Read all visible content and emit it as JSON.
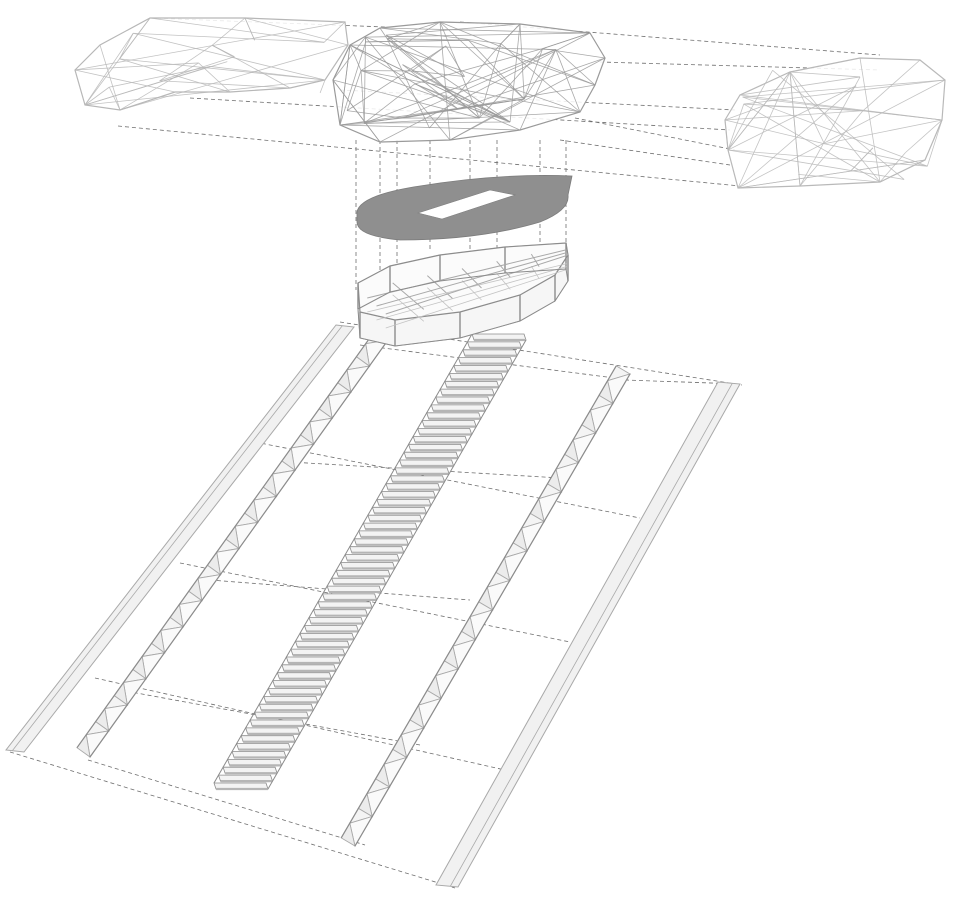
{
  "diagram": {
    "style": {
      "background": "#ffffff",
      "line_color": "#a9a9a9",
      "dark_line_color": "#8c8c8c",
      "panel_fill": "#f1f1f1",
      "slab_fill": "#8f8f8f",
      "dashed_color": "#6f6f6f"
    },
    "components": [
      {
        "name": "left-pod-wireframe"
      },
      {
        "name": "central-pod-wireframe"
      },
      {
        "name": "right-pod-wireframe"
      },
      {
        "name": "elliptical-slab"
      },
      {
        "name": "frame-structure"
      },
      {
        "name": "central-staircase"
      },
      {
        "name": "left-outer-wall-panel"
      },
      {
        "name": "left-truss-beam"
      },
      {
        "name": "right-truss-beam"
      },
      {
        "name": "right-outer-wall-panel"
      }
    ]
  }
}
